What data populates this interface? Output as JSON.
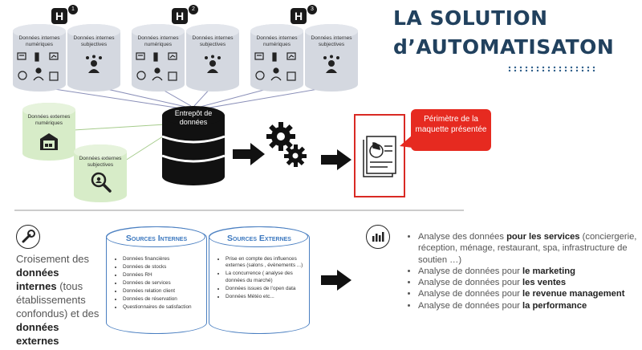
{
  "title": {
    "line1": "LA SOLUTION",
    "line2": "d’AUTOMATISATON"
  },
  "hospitals": [
    {
      "badge": "H",
      "number": "1",
      "internal_label": "Données internes numériques",
      "subjective_label": "Données internes subjectives"
    },
    {
      "badge": "H",
      "number": "2",
      "internal_label": "Données internes numériques",
      "subjective_label": "Données internes subjectives"
    },
    {
      "badge": "H",
      "number": "3",
      "internal_label": "Données internes numériques",
      "subjective_label": "Données internes subjectives"
    }
  ],
  "external": {
    "numeric_label": "Données externes numériques",
    "subjective_label": "Données externes subjectives"
  },
  "warehouse_label": "Entrepôt de données",
  "perimeter_label": "Périmètre de la maquette présentée",
  "crossing": {
    "w1": "Croisement des",
    "b1": "données internes",
    "w2": "(tous établissements confondus) et des",
    "b2": "données externes"
  },
  "sources_internes": {
    "title": "Sources Internes",
    "items": [
      "Données financières",
      "Données de stocks",
      "Données RH",
      "Données de services",
      "Données relation client",
      "Données de réservation",
      "Questionnaires de satisfaction"
    ]
  },
  "sources_externes": {
    "title": "Sources Externes",
    "items": [
      "Prise en compte des influences externes (salons , évènements ...)",
      "La concurrence ( analyse des données du marché)",
      "Données issues de l’open data",
      "Données Météo etc..."
    ]
  },
  "analyses": [
    {
      "pre": "Analyse des données",
      "bold": "pour les services",
      "post": " (conciergerie, réception, ménage, restaurant, spa, infrastructure de soutien …)"
    },
    {
      "pre": "Analyse de données pour",
      "bold": "le marketing",
      "post": ""
    },
    {
      "pre": "Analyse de données pour",
      "bold": "les ventes",
      "post": ""
    },
    {
      "pre": "Analyse de données pour",
      "bold": "le revenue management",
      "post": ""
    },
    {
      "pre": "Analyse de données pour",
      "bold": "la performance",
      "post": ""
    }
  ]
}
